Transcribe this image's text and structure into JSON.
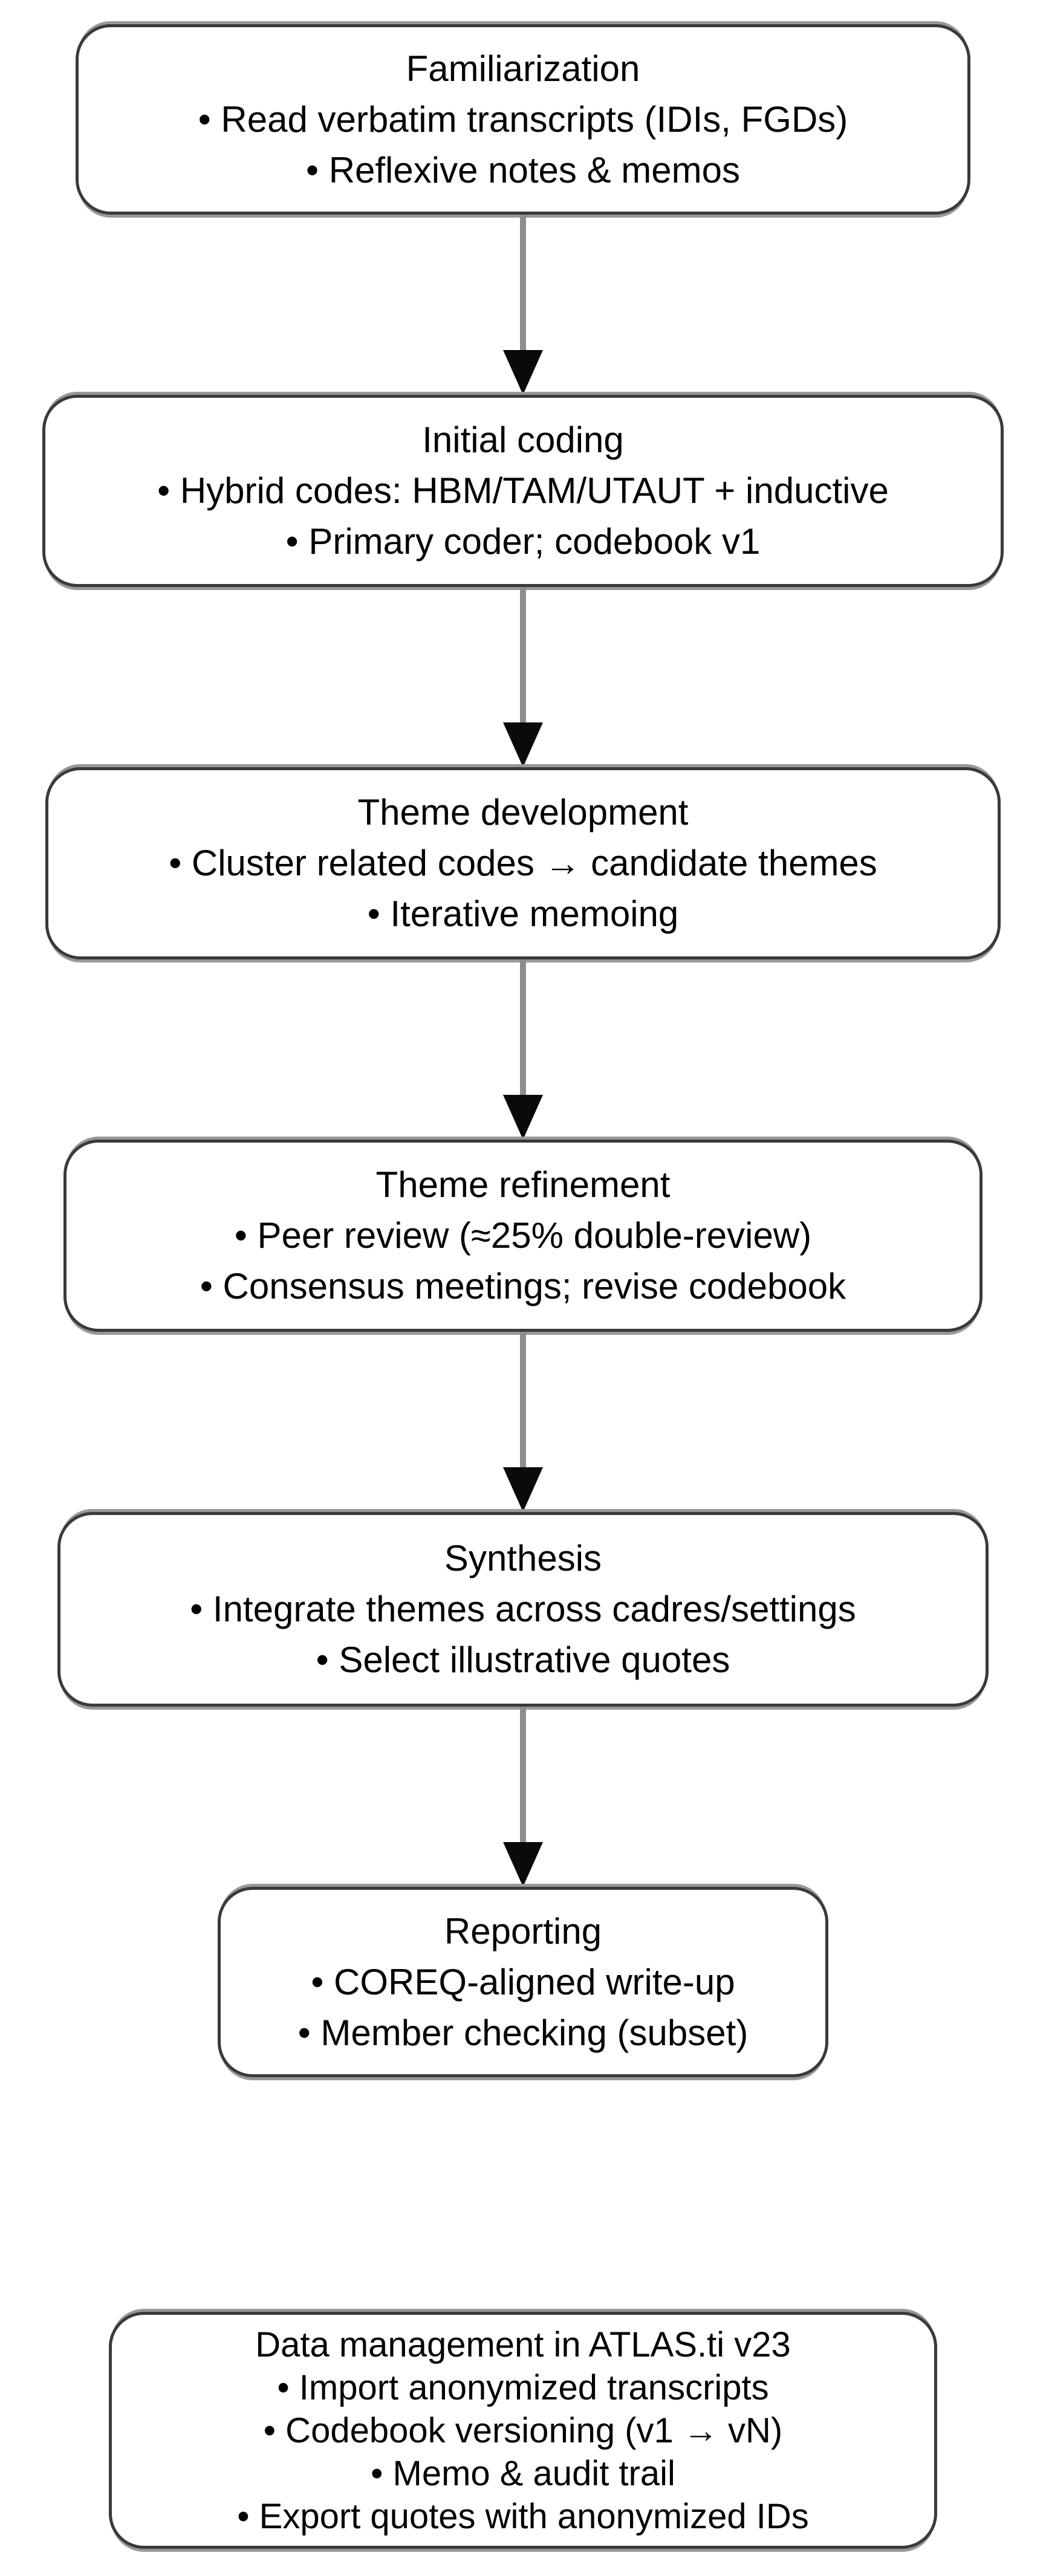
{
  "diagram": {
    "type": "flowchart",
    "direction": "top-to-bottom",
    "colors": {
      "background": "#ffffff",
      "node_fill": "#ffffff",
      "node_border": "#3a3a3a",
      "node_border_band": "#989898",
      "arrow_line": "#8d8d8d",
      "arrow_head": "#0a0a0a",
      "text": "#000000"
    },
    "nodes": [
      {
        "title": "Familiarization",
        "bullets": [
          "• Read verbatim transcripts (IDIs, FGDs)",
          "• Reflexive notes & memos"
        ]
      },
      {
        "title": "Initial coding",
        "bullets": [
          "• Hybrid codes: HBM/TAM/UTAUT + inductive",
          "• Primary coder; codebook v1"
        ]
      },
      {
        "title": "Theme development",
        "bullets": [
          "• Cluster related codes → candidate themes",
          "• Iterative memoing"
        ]
      },
      {
        "title": "Theme refinement",
        "bullets": [
          "• Peer review (≈25% double-review)",
          "• Consensus meetings; revise codebook"
        ]
      },
      {
        "title": "Synthesis",
        "bullets": [
          "• Integrate themes across cadres/settings",
          "• Select illustrative quotes"
        ]
      },
      {
        "title": "Reporting",
        "bullets": [
          "• COREQ-aligned write-up",
          "• Member checking (subset)"
        ]
      },
      {
        "title": "Data management in ATLAS.ti v23",
        "bullets": [
          "• Import anonymized transcripts",
          "• Codebook versioning (v1 → vN)",
          "• Memo & audit trail",
          "• Export quotes with anonymized IDs"
        ]
      }
    ],
    "edges": [
      {
        "from": "Familiarization",
        "to": "Initial coding"
      },
      {
        "from": "Initial coding",
        "to": "Theme development"
      },
      {
        "from": "Theme development",
        "to": "Theme refinement"
      },
      {
        "from": "Theme refinement",
        "to": "Synthesis"
      },
      {
        "from": "Synthesis",
        "to": "Reporting"
      }
    ]
  }
}
